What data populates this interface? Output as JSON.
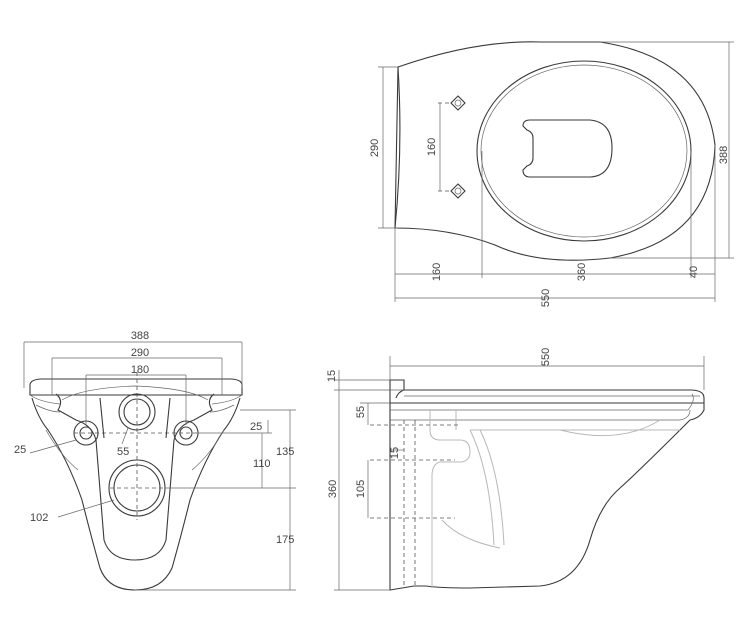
{
  "top_view": {
    "dim_width_290": "290",
    "dim_holes_160": "160",
    "dim_height_388": "388",
    "dim_rear_160": "160",
    "dim_bowl_360": "360",
    "dim_front_40": "40",
    "dim_total_550": "550"
  },
  "rear_view": {
    "dim_388": "388",
    "dim_290": "290",
    "dim_180": "180",
    "dim_hole_25": "25",
    "dim_hole_55": "55",
    "dim_outlet_102": "102",
    "dim_side_25": "25",
    "dim_110": "110",
    "dim_135": "135",
    "dim_175": "175"
  },
  "side_view": {
    "dim_total_550": "550",
    "dim_15": "15",
    "dim_55": "55",
    "dim_15b": "15",
    "dim_105": "105",
    "dim_360": "360"
  }
}
